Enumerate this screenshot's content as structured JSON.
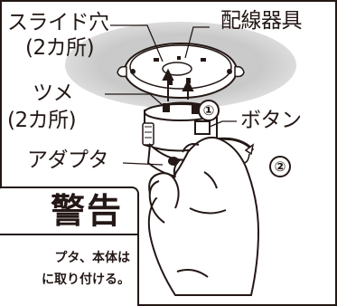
{
  "labels": {
    "slide_hole": "スライド穴",
    "slide_hole_count": "(2カ所)",
    "wiring_fixture": "配線器具",
    "claw": "ツメ",
    "claw_count": "(2カ所)",
    "button": "ボタン",
    "adapter": "アダプタ"
  },
  "steps": [
    "①",
    "②"
  ],
  "warning": {
    "title": "警告",
    "line1": "プタ、本体は",
    "line2": "に取り付ける。"
  },
  "colors": {
    "ink": "#231815",
    "ceiling_glow": "#c9c9c9",
    "hand_shade": "#e6e6e6"
  },
  "icons": [
    "hand-illustration",
    "arrow-up-icon",
    "rotate-arrow-icon",
    "leader-line"
  ]
}
